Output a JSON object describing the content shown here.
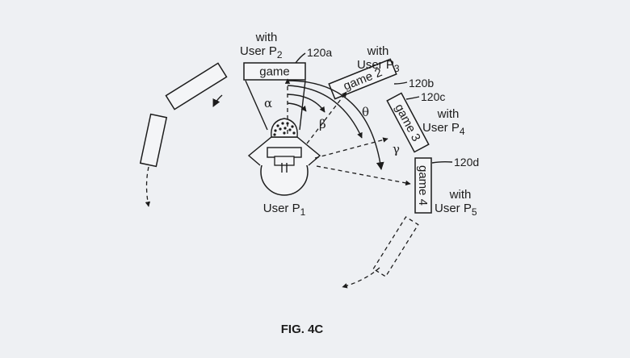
{
  "figure_label": "FIG. 4C",
  "user_p1": {
    "prefix": "User P",
    "sub": "1"
  },
  "screens": {
    "s120a": {
      "ref": "120a",
      "title": "game",
      "user_with": "with",
      "user_prefix": "User P",
      "user_sub": "2"
    },
    "s120b": {
      "ref": "120b",
      "title": "game 2",
      "user_with": "with",
      "user_prefix": "User P",
      "user_sub": "3"
    },
    "s120c": {
      "ref": "120c",
      "title": "game 3",
      "user_with": "with",
      "user_prefix": "User P",
      "user_sub": "4"
    },
    "s120d": {
      "ref": "120d",
      "title": "game 4",
      "user_with": "with",
      "user_prefix": "User P",
      "user_sub": "5"
    }
  },
  "angles": {
    "alpha": "α",
    "beta": "β",
    "theta": "θ",
    "gamma": "γ"
  },
  "colors": {
    "background": "#eef0f3",
    "ink": "#1c1c1c",
    "panel": "#f4f5f7"
  }
}
